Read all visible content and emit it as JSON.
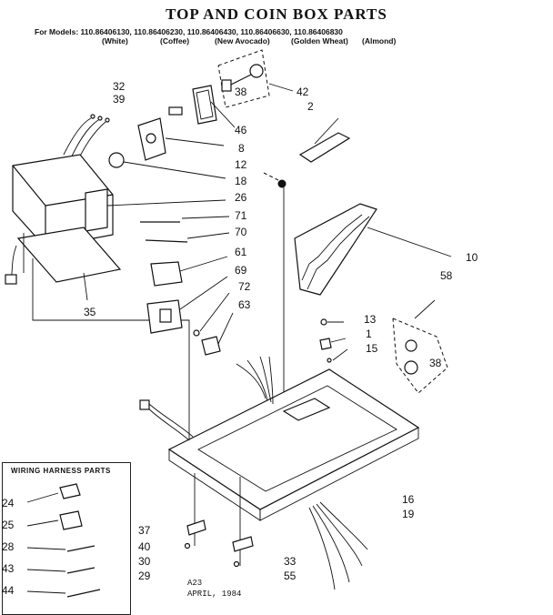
{
  "title": "TOP AND COIN BOX PARTS",
  "models_line": "For Models: 110.86406130, 110.86406230, 110.86406430, 110.86406630, 110.86406830",
  "colors": [
    "(White)",
    "(Coffee)",
    "(New Avocado)",
    "(Golden Wheat)",
    "(Almond)"
  ],
  "wiring_harness_title": "WIRING HARNESS PARTS",
  "part_numbers": {
    "p32": "32",
    "p39": "39",
    "p38a": "38",
    "p42": "42",
    "p2": "2",
    "p46": "46",
    "p8": "8",
    "p12": "12",
    "p18": "18",
    "p26": "26",
    "p71": "71",
    "p70": "70",
    "p61": "61",
    "p69": "69",
    "p72": "72",
    "p63": "63",
    "p35": "35",
    "p10": "10",
    "p58": "58",
    "p13": "13",
    "p1": "1",
    "p15": "15",
    "p38b": "38",
    "p16": "16",
    "p19": "19",
    "p24": "24",
    "p25": "25",
    "p28": "28",
    "p43": "43",
    "p44": "44",
    "p37": "37",
    "p40": "40",
    "p30": "30",
    "p29": "29",
    "p33": "33",
    "p55": "55"
  },
  "footer": {
    "code": "A23",
    "date": "APRIL, 1984"
  }
}
